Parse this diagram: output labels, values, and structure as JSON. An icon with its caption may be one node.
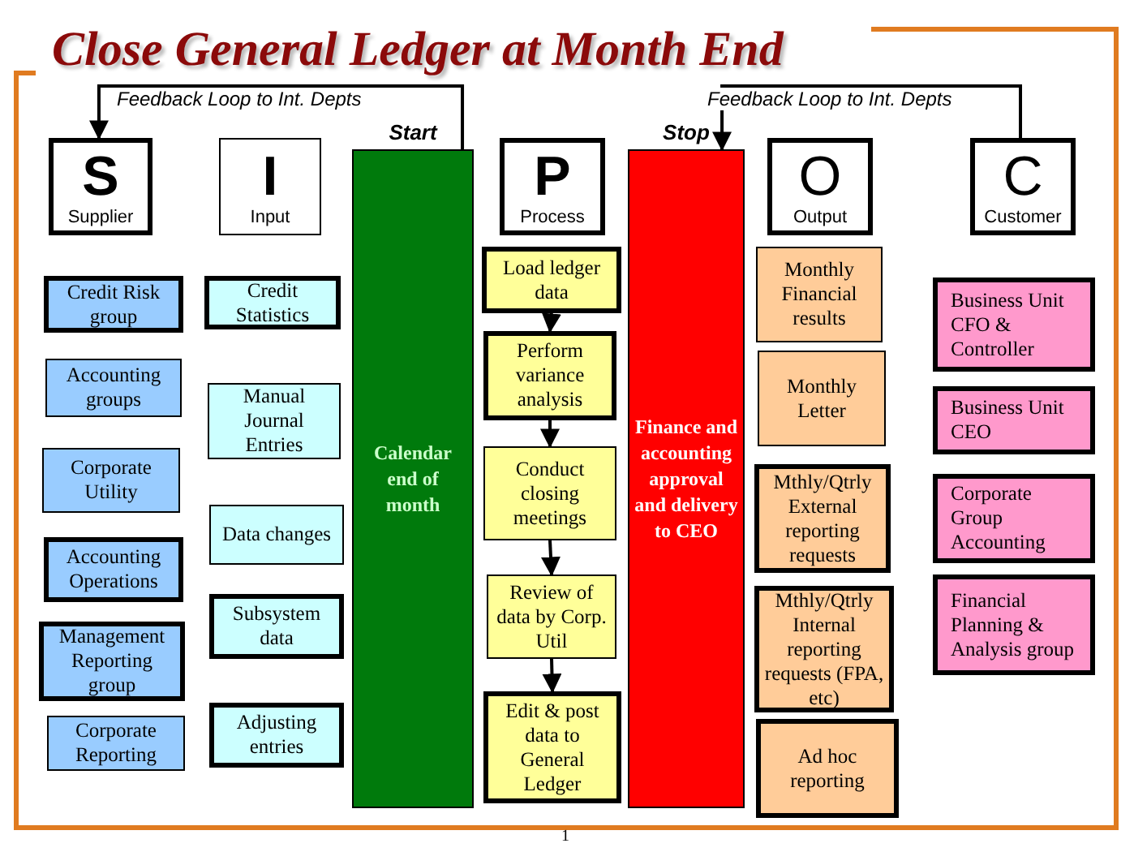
{
  "diagram": {
    "title": "Close General Ledger at Month End",
    "nodes": [
      {
        "text": [
          "S",
          "Supplier"
        ]
      },
      {
        "text": [
          "I",
          "Input"
        ]
      },
      {
        "text": [
          "Calendar end of month"
        ],
        "beside": [
          "Start"
        ]
      },
      {
        "text": [
          "P",
          "Process"
        ]
      },
      {
        "text": [
          "Finance and accounting approval and delivery to CEO"
        ],
        "beside": [
          "Stop"
        ]
      },
      {
        "text": [
          "O",
          "Output"
        ]
      },
      {
        "text": [
          "C",
          "Customer"
        ]
      },
      {
        "text": [
          "Credit Risk group"
        ]
      },
      {
        "text": [
          "Accounting groups"
        ]
      },
      {
        "text": [
          "Corporate Utility"
        ]
      },
      {
        "text": [
          "Accounting Operations"
        ]
      },
      {
        "text": [
          "Management Reporting group"
        ]
      },
      {
        "text": [
          "Corporate Reporting"
        ]
      },
      {
        "text": [
          "Credit Statistics"
        ]
      },
      {
        "text": [
          "Manual Journal Entries"
        ]
      },
      {
        "text": [
          "Data changes"
        ]
      },
      {
        "text": [
          "Subsystem data"
        ]
      },
      {
        "text": [
          "Adjusting entries"
        ]
      },
      {
        "text": [
          "Load ledger data"
        ]
      },
      {
        "text": [
          "Perform variance analysis"
        ]
      },
      {
        "text": [
          "Conduct closing meetings"
        ]
      },
      {
        "text": [
          "Review of data by Corp. Util"
        ]
      },
      {
        "text": [
          "Edit & post data to General Ledger"
        ]
      },
      {
        "text": [
          "Monthly Financial results"
        ]
      },
      {
        "text": [
          "Monthly Letter"
        ]
      },
      {
        "text": [
          "Mthly/Qtrly External reporting requests"
        ]
      },
      {
        "text": [
          "Mthly/Qtrly Internal reporting requests (FPA, etc)"
        ]
      },
      {
        "text": [
          "Ad hoc reporting"
        ]
      },
      {
        "text": [
          "Business Unit CFO & Controller"
        ]
      },
      {
        "text": [
          "Business Unit CEO"
        ]
      },
      {
        "text": [
          "Corporate Group Accounting"
        ]
      },
      {
        "text": [
          "Financial Planning & Analysis group"
        ]
      }
    ],
    "edges": [
      {
        "from": 2,
        "to": 0,
        "arrow": "to",
        "label": "Feedback Loop to Int. Depts"
      },
      {
        "from": 6,
        "to": 4,
        "arrow": "to",
        "label": "Feedback Loop to Int. Depts"
      },
      {
        "from": 18,
        "to": 19,
        "arrow": "to"
      },
      {
        "from": 19,
        "to": 20,
        "arrow": "to"
      },
      {
        "from": 20,
        "to": 21,
        "arrow": "to"
      },
      {
        "from": 21,
        "to": 22,
        "arrow": "to"
      }
    ],
    "labels": [
      "1"
    ]
  }
}
